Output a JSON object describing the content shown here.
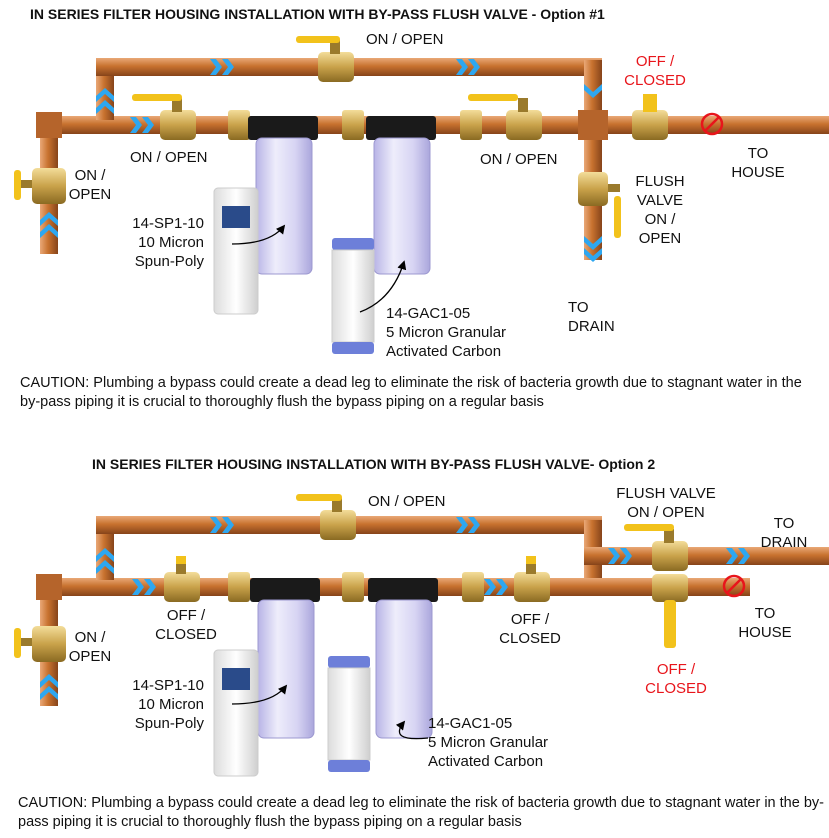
{
  "section1": {
    "title": "IN SERIES FILTER HOUSING INSTALLATION WITH BY-PASS FLUSH VALVE - Option #1",
    "bypass_valve": "ON / OPEN",
    "house_valve": "OFF /\nCLOSED",
    "inlet_valve": "ON /\nOPEN",
    "pre_filter_valve": "ON / OPEN",
    "post_filter_valve": "ON / OPEN",
    "to_house": "TO\nHOUSE",
    "flush_valve": "FLUSH\nVALVE\nON /\nOPEN",
    "to_drain": "TO\nDRAIN",
    "sediment_cartridge": "14-SP1-10\n10 Micron\nSpun-Poly",
    "carbon_cartridge": "14-GAC1-05\n5 Micron Granular\nActivated Carbon",
    "caution": "CAUTION: Plumbing a  bypass could create a dead leg to eliminate the risk of bacteria growth due to stagnant water in the by-pass piping it is crucial to  thoroughly flush the bypass piping on a regular basis"
  },
  "section2": {
    "title": "IN SERIES FILTER HOUSING INSTALLATION WITH BY-PASS FLUSH VALVE- Option 2",
    "bypass_valve": "ON / OPEN",
    "flush_valve": "FLUSH VALVE\nON / OPEN",
    "to_drain": "TO\nDRAIN",
    "inlet_valve": "ON /\nOPEN",
    "pre_filter_valve": "OFF /\nCLOSED",
    "post_filter_valve": "OFF /\nCLOSED",
    "to_house": "TO\nHOUSE",
    "house_valve": "OFF /\nCLOSED",
    "sediment_cartridge": "14-SP1-10\n10 Micron\nSpun-Poly",
    "carbon_cartridge": "14-GAC1-05\n5 Micron Granular\nActivated Carbon",
    "caution": "CAUTION: Plumbing a  bypass could create a dead leg to eliminate the risk of bacteria growth due to stagnant water in the by-pass piping it is crucial to  thoroughly flush the bypass piping on a regular basis"
  },
  "colors": {
    "pipe": "#c8722f",
    "pipe_dark": "#8e4a1c",
    "brass": "#c9a24a",
    "handle": "#f2c21b",
    "arrow": "#2ea7f0",
    "warning": "#e8151b",
    "housing": "#c9c6ee"
  }
}
